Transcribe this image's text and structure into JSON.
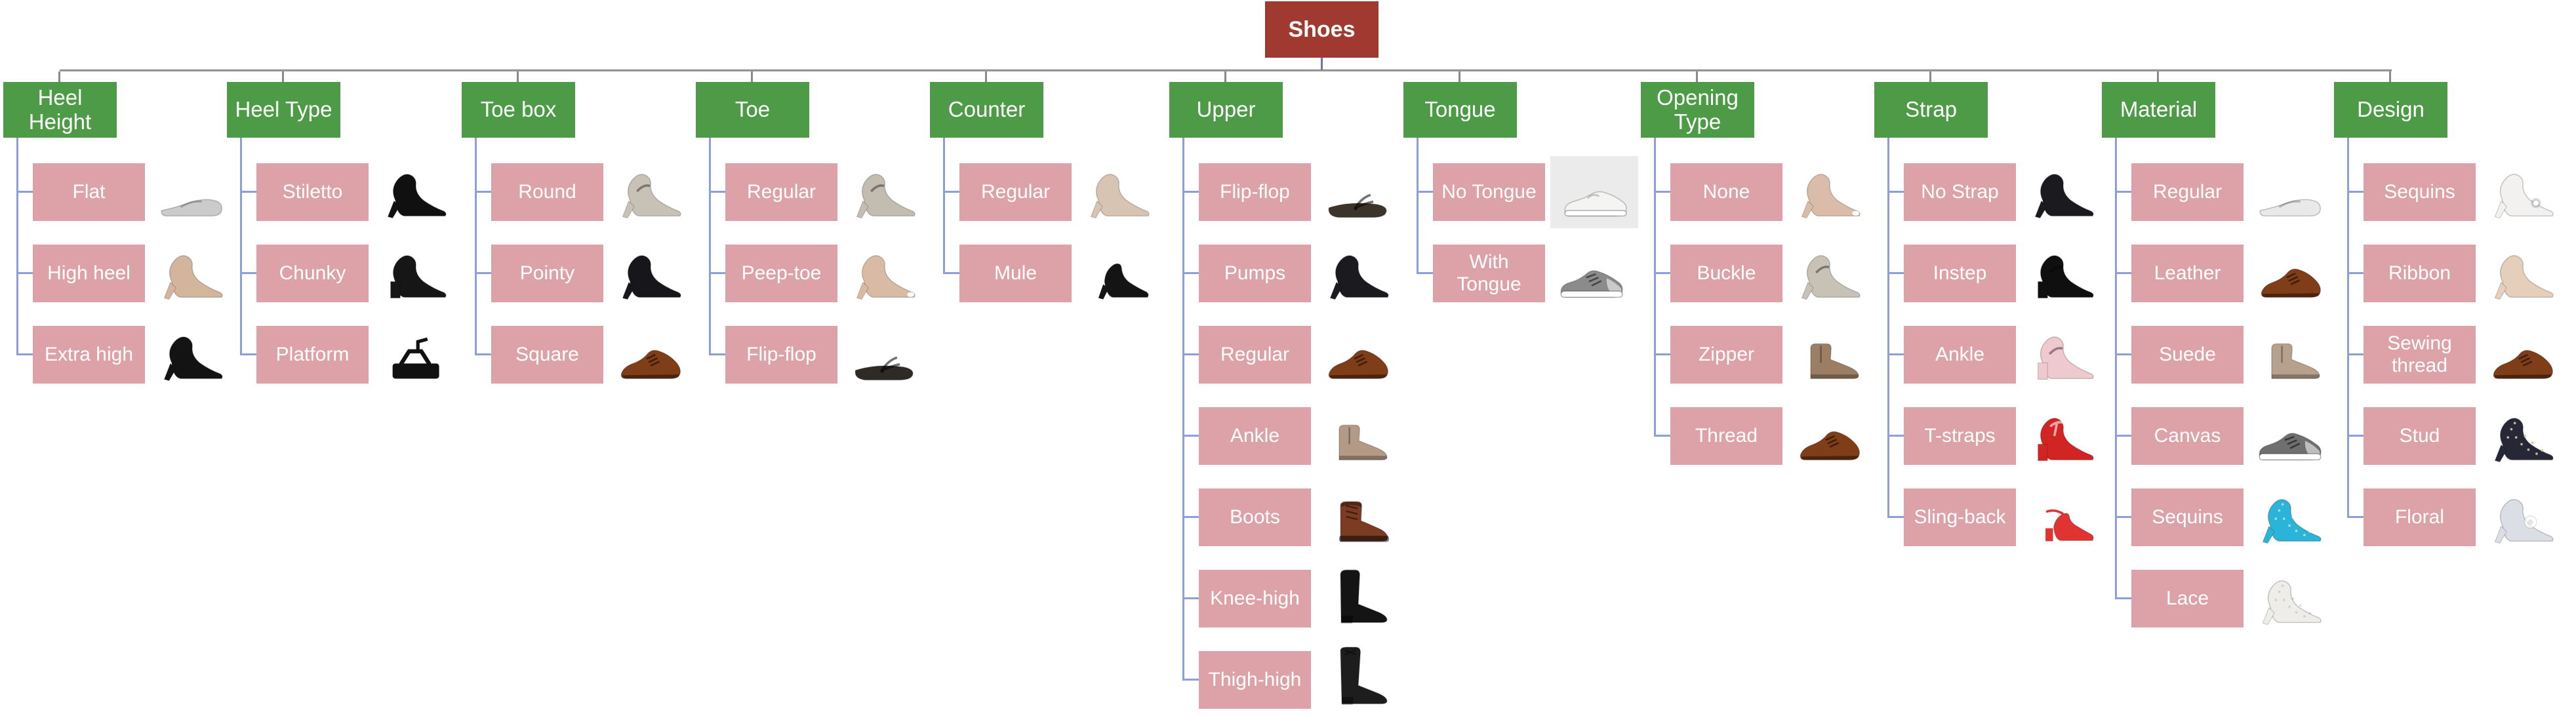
{
  "root": {
    "label": "Shoes"
  },
  "colors": {
    "root_node_bg": "#A03A31",
    "category_bg": "#4E9B47",
    "item_bg": "#DCA2A8",
    "node_text": "#FFFFFF",
    "tree_connector": "#8C9FD9",
    "trunk_line": "#9C9C9C",
    "trunk_edge": "#7A7A7A",
    "category_stub": "#8A8A8A",
    "root_stub": "#68789F",
    "photo_backdrop": "#EBEBEB"
  },
  "categories": [
    {
      "label": "Heel Height",
      "items": [
        {
          "label": "Flat",
          "icon": "ballet-flat-icon",
          "color": "#CBCBCB"
        },
        {
          "label": "High heel",
          "icon": "high-heel-pump-icon",
          "color": "#D3B59C"
        },
        {
          "label": "Extra high",
          "icon": "stiletto-pump-icon",
          "color": "#131313"
        }
      ]
    },
    {
      "label": "Heel Type",
      "items": [
        {
          "label": "Stiletto",
          "icon": "stiletto-pump-icon",
          "color": "#101010"
        },
        {
          "label": "Chunky",
          "icon": "chunky-heel-pump-icon",
          "color": "#161616"
        },
        {
          "label": "Platform",
          "icon": "platform-sandal-icon",
          "color": "#111111"
        }
      ]
    },
    {
      "label": "Toe box",
      "items": [
        {
          "label": "Round",
          "icon": "round-toe-maryjane-icon",
          "color": "#C8C1B5"
        },
        {
          "label": "Pointy",
          "icon": "pointed-pump-icon",
          "color": "#17171B"
        },
        {
          "label": "Square",
          "icon": "square-toe-oxford-icon",
          "color": "#7F3D18"
        }
      ]
    },
    {
      "label": "Toe",
      "items": [
        {
          "label": "Regular",
          "icon": "maryjane-heel-icon",
          "color": "#C3BCB1"
        },
        {
          "label": "Peep-toe",
          "icon": "peep-toe-pump-icon",
          "color": "#D9BBA5"
        },
        {
          "label": "Flip-flop",
          "icon": "flip-flop-icon",
          "color": "#2E2A26"
        }
      ]
    },
    {
      "label": "Counter",
      "items": [
        {
          "label": "Regular",
          "icon": "pump-icon",
          "color": "#D7C4B3"
        },
        {
          "label": "Mule",
          "icon": "mule-icon",
          "color": "#141414"
        }
      ]
    },
    {
      "label": "Upper",
      "items": [
        {
          "label": "Flip-flop",
          "icon": "flip-flop-icon",
          "color": "#3C332B"
        },
        {
          "label": "Pumps",
          "icon": "pump-icon",
          "color": "#1A1A1F"
        },
        {
          "label": "Regular",
          "icon": "oxford-icon",
          "color": "#7F3D18"
        },
        {
          "label": "Ankle",
          "icon": "ankle-boot-icon",
          "color": "#B39A86"
        },
        {
          "label": "Boots",
          "icon": "work-boot-icon",
          "color": "#7C3C24"
        },
        {
          "label": "Knee-high",
          "icon": "knee-high-boot-icon",
          "color": "#141414"
        },
        {
          "label": "Thigh-high",
          "icon": "thigh-high-boot-icon",
          "color": "#1D1D1D"
        }
      ]
    },
    {
      "label": "Tongue",
      "items": [
        {
          "label": "No Tongue",
          "icon": "slip-on-sneaker-icon",
          "color": "#F4F4F2",
          "photo_bg": true
        },
        {
          "label": "With Tongue",
          "icon": "sneaker-icon",
          "color": "#8B8B8B"
        }
      ]
    },
    {
      "label": "Opening Type",
      "items": [
        {
          "label": "None",
          "icon": "peep-toe-pump-icon",
          "color": "#DBBCAA"
        },
        {
          "label": "Buckle",
          "icon": "maryjane-heel-icon",
          "color": "#C8C1B5"
        },
        {
          "label": "Zipper",
          "icon": "ankle-boot-icon",
          "color": "#9C7E64"
        },
        {
          "label": "Thread",
          "icon": "oxford-icon",
          "color": "#7F3D18"
        }
      ]
    },
    {
      "label": "Strap",
      "items": [
        {
          "label": "No Strap",
          "icon": "pump-icon",
          "color": "#1A1A1F"
        },
        {
          "label": "Instep",
          "icon": "maryjane-block-heel-icon",
          "color": "#0F0F0F"
        },
        {
          "label": "Ankle",
          "icon": "ankle-strap-heel-icon",
          "color": "#EEC9CE"
        },
        {
          "label": "T-straps",
          "icon": "t-strap-heel-icon",
          "color": "#D32424"
        },
        {
          "label": "Sling-back",
          "icon": "slingback-heel-icon",
          "color": "#E23333"
        }
      ]
    },
    {
      "label": "Material",
      "items": [
        {
          "label": "Regular",
          "icon": "ballet-flat-icon",
          "color": "#E9E9E9"
        },
        {
          "label": "Leather",
          "icon": "oxford-icon",
          "color": "#7F3D18"
        },
        {
          "label": "Suede",
          "icon": "ankle-boot-icon",
          "color": "#B7A18D"
        },
        {
          "label": "Canvas",
          "icon": "sneaker-icon",
          "color": "#6F6F6F"
        },
        {
          "label": "Sequins",
          "icon": "sequin-pump-icon",
          "color": "#2AB4D8"
        },
        {
          "label": "Lace",
          "icon": "lace-pump-icon",
          "color": "#EFEDE9"
        }
      ]
    },
    {
      "label": "Design",
      "items": [
        {
          "label": "Sequins",
          "icon": "brooch-pump-icon",
          "color": "#F3F1EF"
        },
        {
          "label": "Ribbon",
          "icon": "ribbon-flat-icon",
          "color": "#E5CFBB"
        },
        {
          "label": "Sewing thread",
          "icon": "oxford-icon",
          "color": "#7F3D18"
        },
        {
          "label": "Stud",
          "icon": "studded-pump-icon",
          "color": "#262837"
        },
        {
          "label": "Floral",
          "icon": "floral-heel-icon",
          "color": "#DBDEE5"
        }
      ]
    }
  ]
}
